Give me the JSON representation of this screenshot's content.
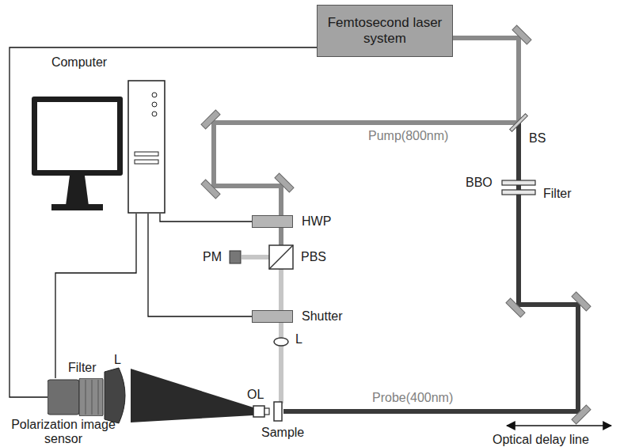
{
  "diagram": {
    "nodes": [
      {
        "text": [
          "Femtosecond laser system"
        ]
      },
      {
        "text": [
          "Computer"
        ]
      },
      {
        "text": [
          "HWP"
        ]
      },
      {
        "text": [
          "Shutter"
        ]
      },
      {
        "text": [
          "Polarization image sensor"
        ]
      }
    ],
    "edges": [
      {
        "from": 0,
        "to": 4,
        "arrow": "none"
      },
      {
        "from": 1,
        "to": 2,
        "arrow": "none"
      },
      {
        "from": 1,
        "to": 3,
        "arrow": "none"
      },
      {
        "from": 1,
        "to": 4,
        "arrow": "none"
      }
    ],
    "labels": [
      "Pump(800nm)",
      "BS",
      "BBO",
      "Filter",
      "PM",
      "PBS",
      "L",
      "OL",
      "Sample",
      "Probe(400nm)",
      "Optical delay line",
      "Filter",
      "L"
    ]
  }
}
